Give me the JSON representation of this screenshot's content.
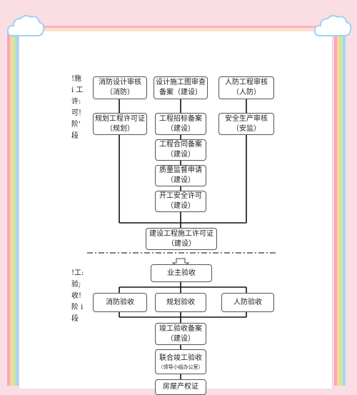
{
  "side_labels": {
    "construction_phase": [
      "!施",
      "i 工",
      "许:",
      "可!",
      "阶'",
      "段"
    ],
    "acceptance_phase": [
      "!工:",
      "验;",
      "收!",
      "阶 i",
      "段"
    ]
  },
  "boxes": {
    "fire_design_review": {
      "line1": "消防设计审核",
      "line2": "（消防）"
    },
    "construction_drawing_review": {
      "line1": "设计施工图审查",
      "line2": "备案（建设）"
    },
    "civil_defense_review": {
      "line1": "人防工程审核",
      "line2": "（人防）"
    },
    "planning_permit": {
      "line1": "规划工程许可证",
      "line2": "（规划）"
    },
    "tender_filing": {
      "line1": "工程招标备案",
      "line2": "（建设）"
    },
    "safety_review": {
      "line1": "安全生产审核",
      "line2": "（安监）"
    },
    "contract_filing": {
      "line1": "工程合同备案",
      "line2": "（建设）"
    },
    "quality_supervision": {
      "line1": "质量监督申请",
      "line2": "（建设）"
    },
    "safety_permit": {
      "line1": "开工安全许可",
      "line2": "（建设）"
    },
    "construction_permit": {
      "line1": "建设工程施工许可证",
      "line2": "（建设）"
    },
    "owner_acceptance": {
      "line1": "业主验收"
    },
    "fire_acceptance": {
      "line1": "消防验收"
    },
    "planning_acceptance": {
      "line1": "规划验收"
    },
    "civil_defense_acceptance": {
      "line1": "人防验收"
    },
    "completion_filing": {
      "line1": "竣工验收备案",
      "line2": "（建设）"
    },
    "joint_acceptance": {
      "line1": "联合竣工验收",
      "line2": "（领导小组办公室）"
    },
    "property_cert": {
      "line1": "房屋产权证"
    }
  },
  "colors": {
    "background": "#fbdde4",
    "stripes": [
      "#f6a9b8",
      "#fcd49b",
      "#c9e8a6",
      "#a9d6f3"
    ],
    "box_border": "#555555",
    "line": "#111111"
  }
}
